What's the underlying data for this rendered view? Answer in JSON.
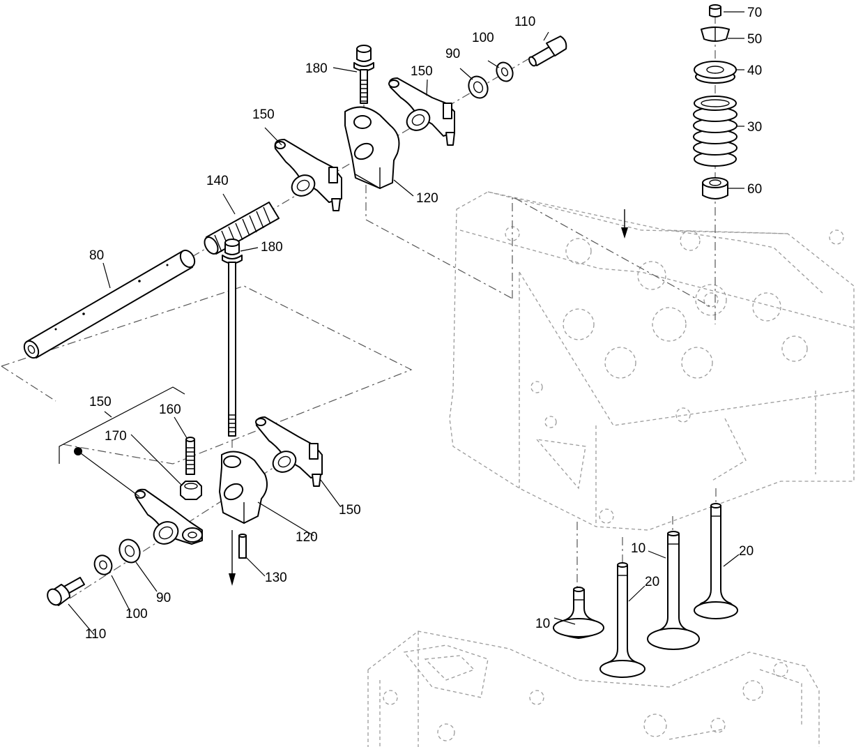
{
  "callouts": {
    "c10a": "10",
    "c10b": "10",
    "c20a": "20",
    "c20b": "20",
    "c30": "30",
    "c40": "40",
    "c50": "50",
    "c60": "60",
    "c70": "70",
    "c80": "80",
    "c90a": "90",
    "c90b": "90",
    "c100a": "100",
    "c100b": "100",
    "c110a": "110",
    "c110b": "110",
    "c120a": "120",
    "c120b": "120",
    "c130": "130",
    "c140": "140",
    "c150a": "150",
    "c150b": "150",
    "c150c": "150",
    "c150d": "150",
    "c160": "160",
    "c170": "170",
    "c180a": "180",
    "c180b": "180"
  },
  "icons": {
    "valve": "valve-icon",
    "spring": "spring-icon",
    "shaft": "shaft-icon",
    "rocker": "rocker-arm-icon",
    "support": "support-icon",
    "bolt": "bolt-icon",
    "washer": "washer-icon",
    "cylinder_head": "cylinder-head-icon"
  }
}
